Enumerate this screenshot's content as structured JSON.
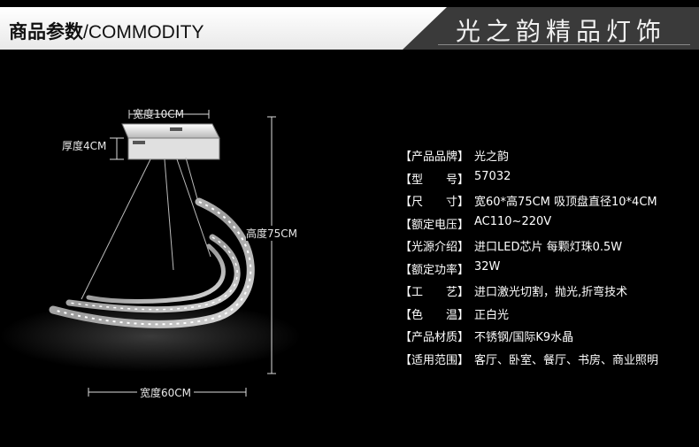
{
  "header": {
    "title_cn": "商品参数",
    "title_en": "/COMMODITY",
    "brand": "光之韵精品灯饰"
  },
  "dimensions": {
    "width_top": "宽度10CM",
    "thickness": "厚度4CM",
    "height": "高度75CM",
    "width_bottom": "宽度60CM"
  },
  "specs": [
    {
      "key": "【产品品牌】",
      "value": "光之韵"
    },
    {
      "key": "【型　　号】",
      "value": "57032"
    },
    {
      "key": "【尺　　寸】",
      "value": "宽60*高75CM 吸顶盘直径10*4CM"
    },
    {
      "key": "【额定电压】",
      "value": "AC110~220V"
    },
    {
      "key": "【光源介绍】",
      "value": "进口LED芯片 每颗灯珠0.5W"
    },
    {
      "key": "【额定功率】",
      "value": "32W"
    },
    {
      "key": "【工　　艺】",
      "value": "进口激光切割，抛光,折弯技术"
    },
    {
      "key": "【色　　温】",
      "value": "正白光"
    },
    {
      "key": "【产品材质】",
      "value": "不锈钢/国际K9水晶"
    },
    {
      "key": "【适用范围】",
      "value": "客厅、卧室、餐厅、书房、商业照明"
    }
  ],
  "colors": {
    "background": "#000000",
    "header_bg": "#f2f2f2",
    "brand_tab": "#3a3a3a",
    "text": "#ffffff"
  }
}
